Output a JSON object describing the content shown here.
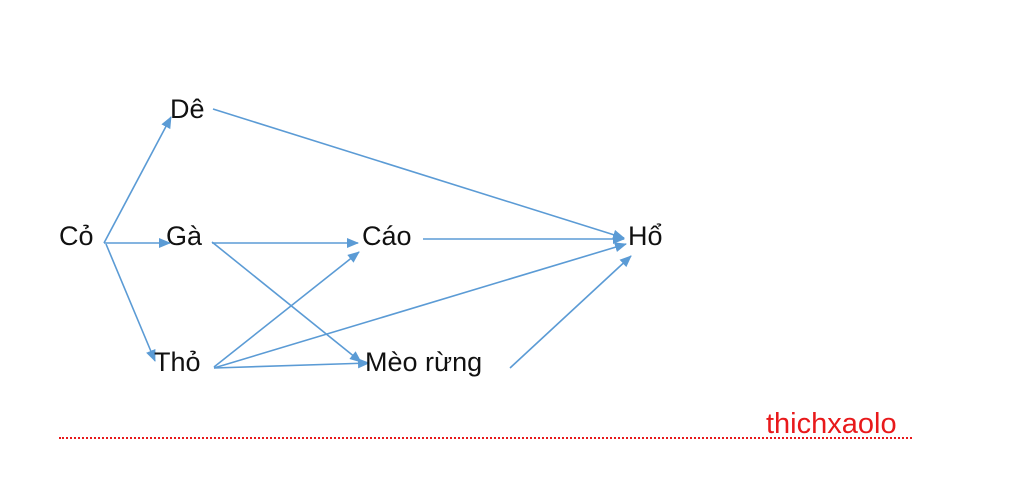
{
  "diagram": {
    "nodes": [
      {
        "id": "co",
        "label": "Cỏ"
      },
      {
        "id": "de",
        "label": "Dê"
      },
      {
        "id": "ga",
        "label": "Gà"
      },
      {
        "id": "tho",
        "label": "Thỏ"
      },
      {
        "id": "cao",
        "label": "Cáo"
      },
      {
        "id": "meo",
        "label": "Mèo rừng"
      },
      {
        "id": "ho",
        "label": "Hổ"
      }
    ],
    "edges": [
      {
        "from": "co",
        "to": "de"
      },
      {
        "from": "co",
        "to": "ga"
      },
      {
        "from": "co",
        "to": "tho"
      },
      {
        "from": "de",
        "to": "ho"
      },
      {
        "from": "ga",
        "to": "cao"
      },
      {
        "from": "ga",
        "to": "meo"
      },
      {
        "from": "tho",
        "to": "cao"
      },
      {
        "from": "tho",
        "to": "meo"
      },
      {
        "from": "tho",
        "to": "ho"
      },
      {
        "from": "cao",
        "to": "ho"
      },
      {
        "from": "meo",
        "to": "ho"
      }
    ],
    "arrow_color": "#5b9bd5"
  },
  "watermark": {
    "text": "thichxaolo",
    "color": "#e8191b"
  }
}
